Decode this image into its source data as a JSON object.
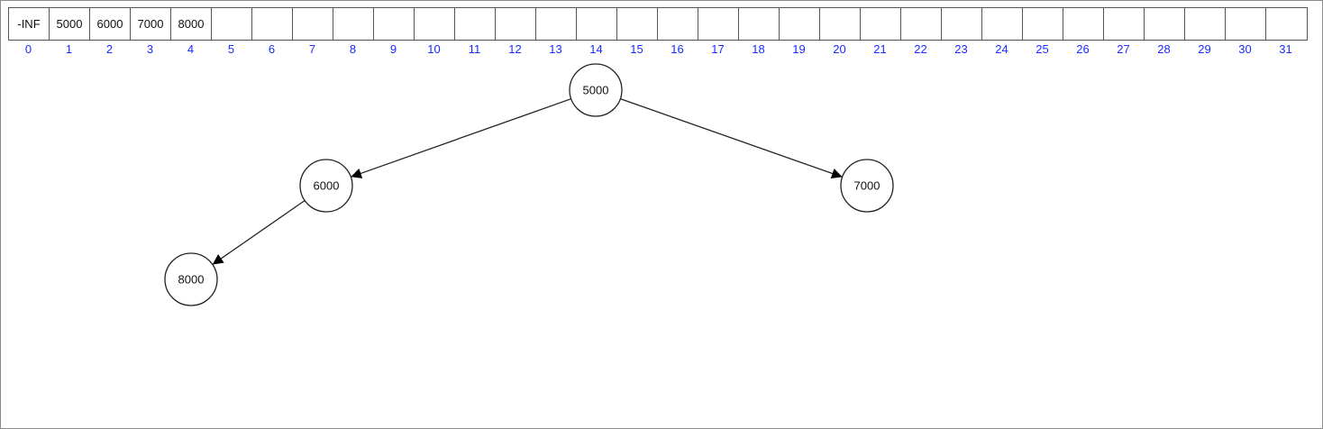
{
  "array": {
    "cells": [
      "-INF",
      "5000",
      "6000",
      "7000",
      "8000",
      "",
      "",
      "",
      "",
      "",
      "",
      "",
      "",
      "",
      "",
      "",
      "",
      "",
      "",
      "",
      "",
      "",
      "",
      "",
      "",
      "",
      "",
      "",
      "",
      "",
      "",
      ""
    ],
    "indices": [
      "0",
      "1",
      "2",
      "3",
      "4",
      "5",
      "6",
      "7",
      "8",
      "9",
      "10",
      "11",
      "12",
      "13",
      "14",
      "15",
      "16",
      "17",
      "18",
      "19",
      "20",
      "21",
      "22",
      "23",
      "24",
      "25",
      "26",
      "27",
      "28",
      "29",
      "30",
      "31"
    ]
  },
  "tree": {
    "nodes": [
      {
        "label": "5000"
      },
      {
        "label": "6000"
      },
      {
        "label": "7000"
      },
      {
        "label": "8000"
      }
    ],
    "edges": [
      {
        "from": 0,
        "to": 1
      },
      {
        "from": 0,
        "to": 2
      },
      {
        "from": 1,
        "to": 3
      }
    ]
  },
  "colors": {
    "index_text": "#1a2bff",
    "stroke": "#222222"
  }
}
